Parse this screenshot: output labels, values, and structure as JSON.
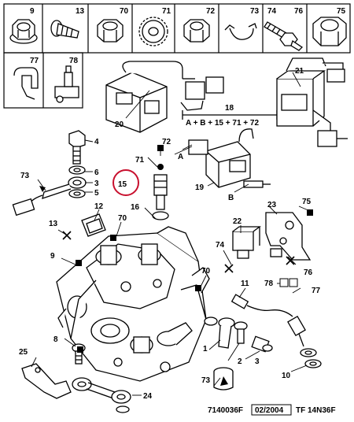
{
  "legend_row1": [
    "9",
    "13",
    "70",
    "71",
    "72",
    "73",
    "74",
    "76",
    "75"
  ],
  "legend_row2": [
    "77",
    "78"
  ],
  "callouts": {
    "c21": "21",
    "c20": "20",
    "c18": "18",
    "c18_formula": "A + B + 15 + 71 + 72",
    "c4": "4",
    "c72": "72",
    "c71": "71",
    "cA": "A",
    "c6": "6",
    "c73a": "73",
    "c3a": "3",
    "c5": "5",
    "c15": "15",
    "c19": "19",
    "c16": "16",
    "cB": "B",
    "c12": "12",
    "c75": "75",
    "c13": "13",
    "c70a": "70",
    "c22": "22",
    "c23": "23",
    "c9": "9",
    "c74": "74",
    "c76": "76",
    "c70b": "70",
    "c11": "11",
    "c78": "78",
    "c77": "77",
    "c8": "8",
    "c1": "1",
    "c2": "2",
    "c3b": "3",
    "c10": "10",
    "c25": "25",
    "c73b": "73",
    "c24": "24"
  },
  "footer": {
    "ref": "7140036F",
    "date": "02/2004",
    "code": "TF 14N36F"
  },
  "colors": {
    "highlight": "#c8102e"
  }
}
